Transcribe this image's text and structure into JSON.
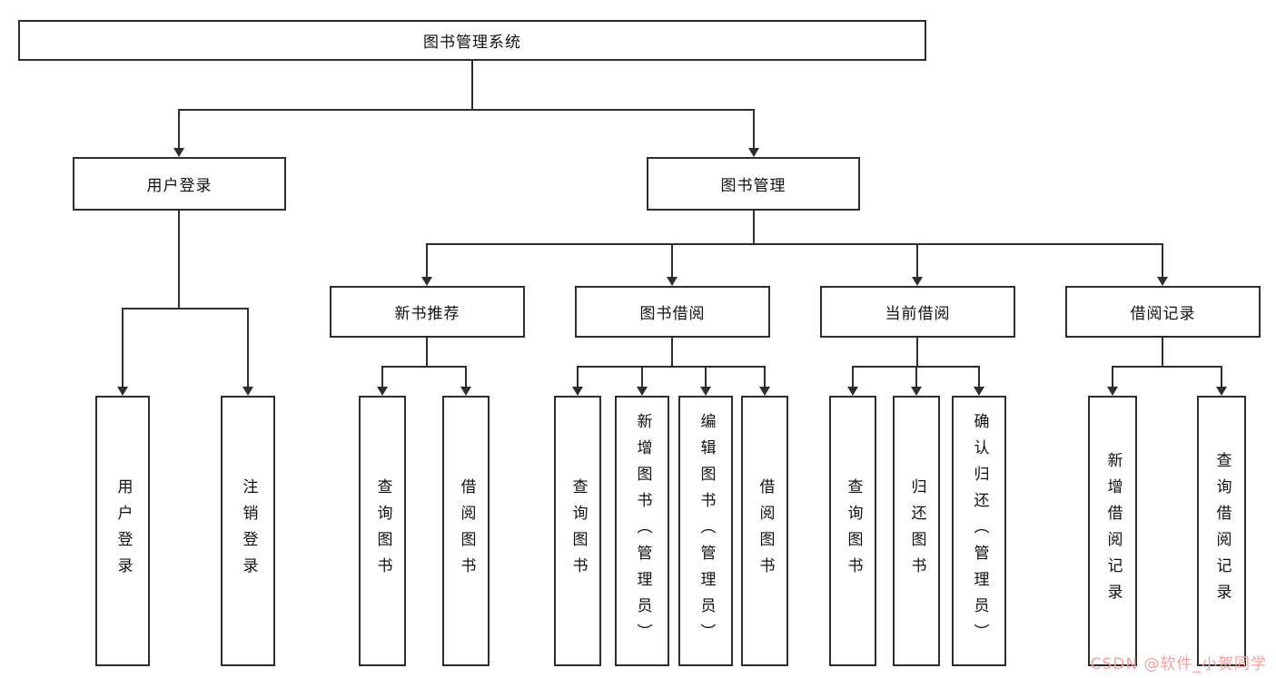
{
  "diagram": {
    "root": "图书管理系统",
    "user_login": "用户登录",
    "book_mgmt": "图书管理",
    "modules": [
      "新书推荐",
      "图书借阅",
      "当前借阅",
      "借阅记录"
    ],
    "user_login_leaves": [
      "用户登录",
      "注销登录"
    ],
    "new_book_leaves": [
      "查询图书",
      "借阅图书"
    ],
    "borrow_leaves": [
      "查询图书",
      "新增图书（管理员）",
      "编辑图书（管理员）",
      "借阅图书"
    ],
    "current_leaves": [
      "查询图书",
      "归还图书",
      "确认归还（管理员）"
    ],
    "record_leaves": [
      "新增借阅记录",
      "查询借阅记录"
    ]
  },
  "watermark": "CSDN @软件_小贺同学",
  "colors": {
    "line": "#2d2d2d",
    "watermark": "#fa9d9d"
  }
}
